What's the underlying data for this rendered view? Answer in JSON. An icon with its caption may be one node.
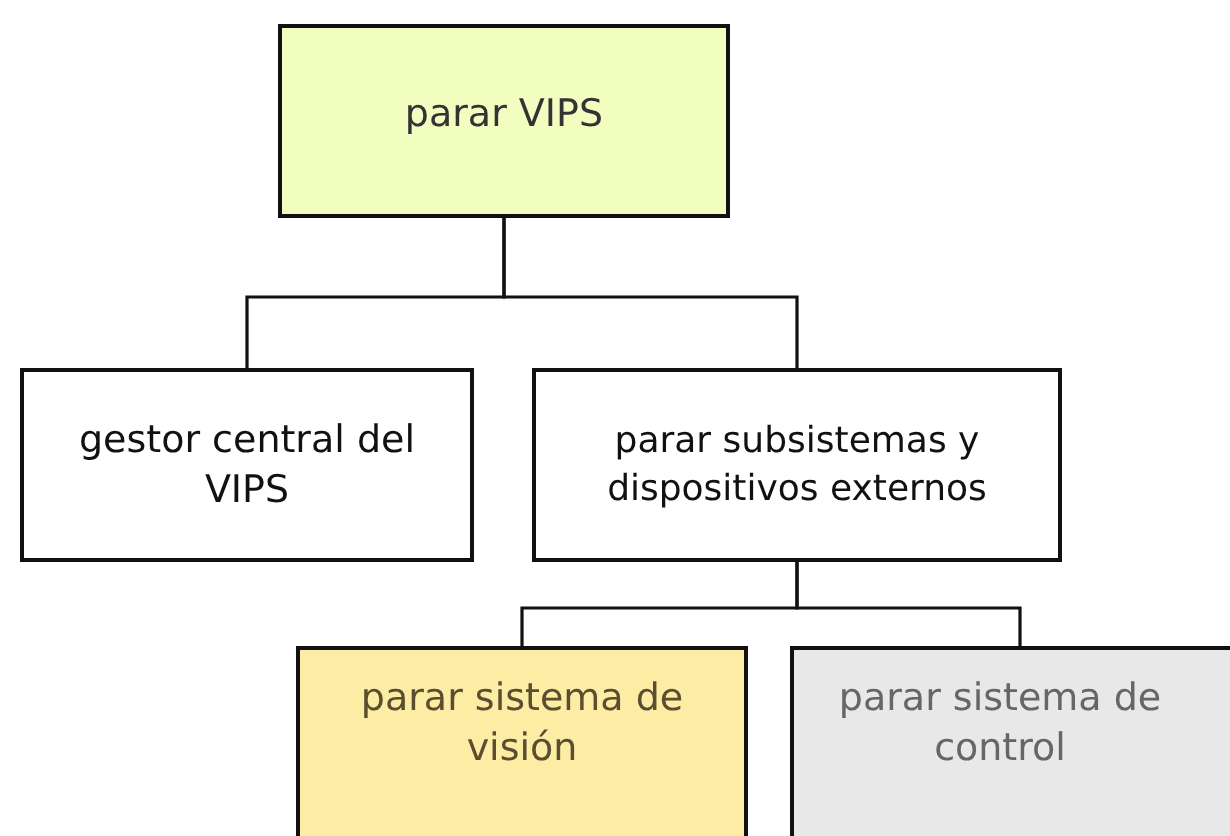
{
  "diagram": {
    "nodes": [
      {
        "text": [
          "parar VIPS"
        ]
      },
      {
        "text": [
          "gestor central del VIPS"
        ]
      },
      {
        "text": [
          "parar subsistemas y dispositivos externos"
        ]
      },
      {
        "text": [
          "parar sistema de visión"
        ]
      },
      {
        "text": [
          "parar sistema de control"
        ]
      }
    ],
    "edges": [
      {
        "from": 0,
        "to": 1,
        "arrow": "none"
      },
      {
        "from": 0,
        "to": 2,
        "arrow": "none"
      },
      {
        "from": 2,
        "to": 3,
        "arrow": "none"
      },
      {
        "from": 2,
        "to": 4,
        "arrow": "none"
      }
    ]
  }
}
